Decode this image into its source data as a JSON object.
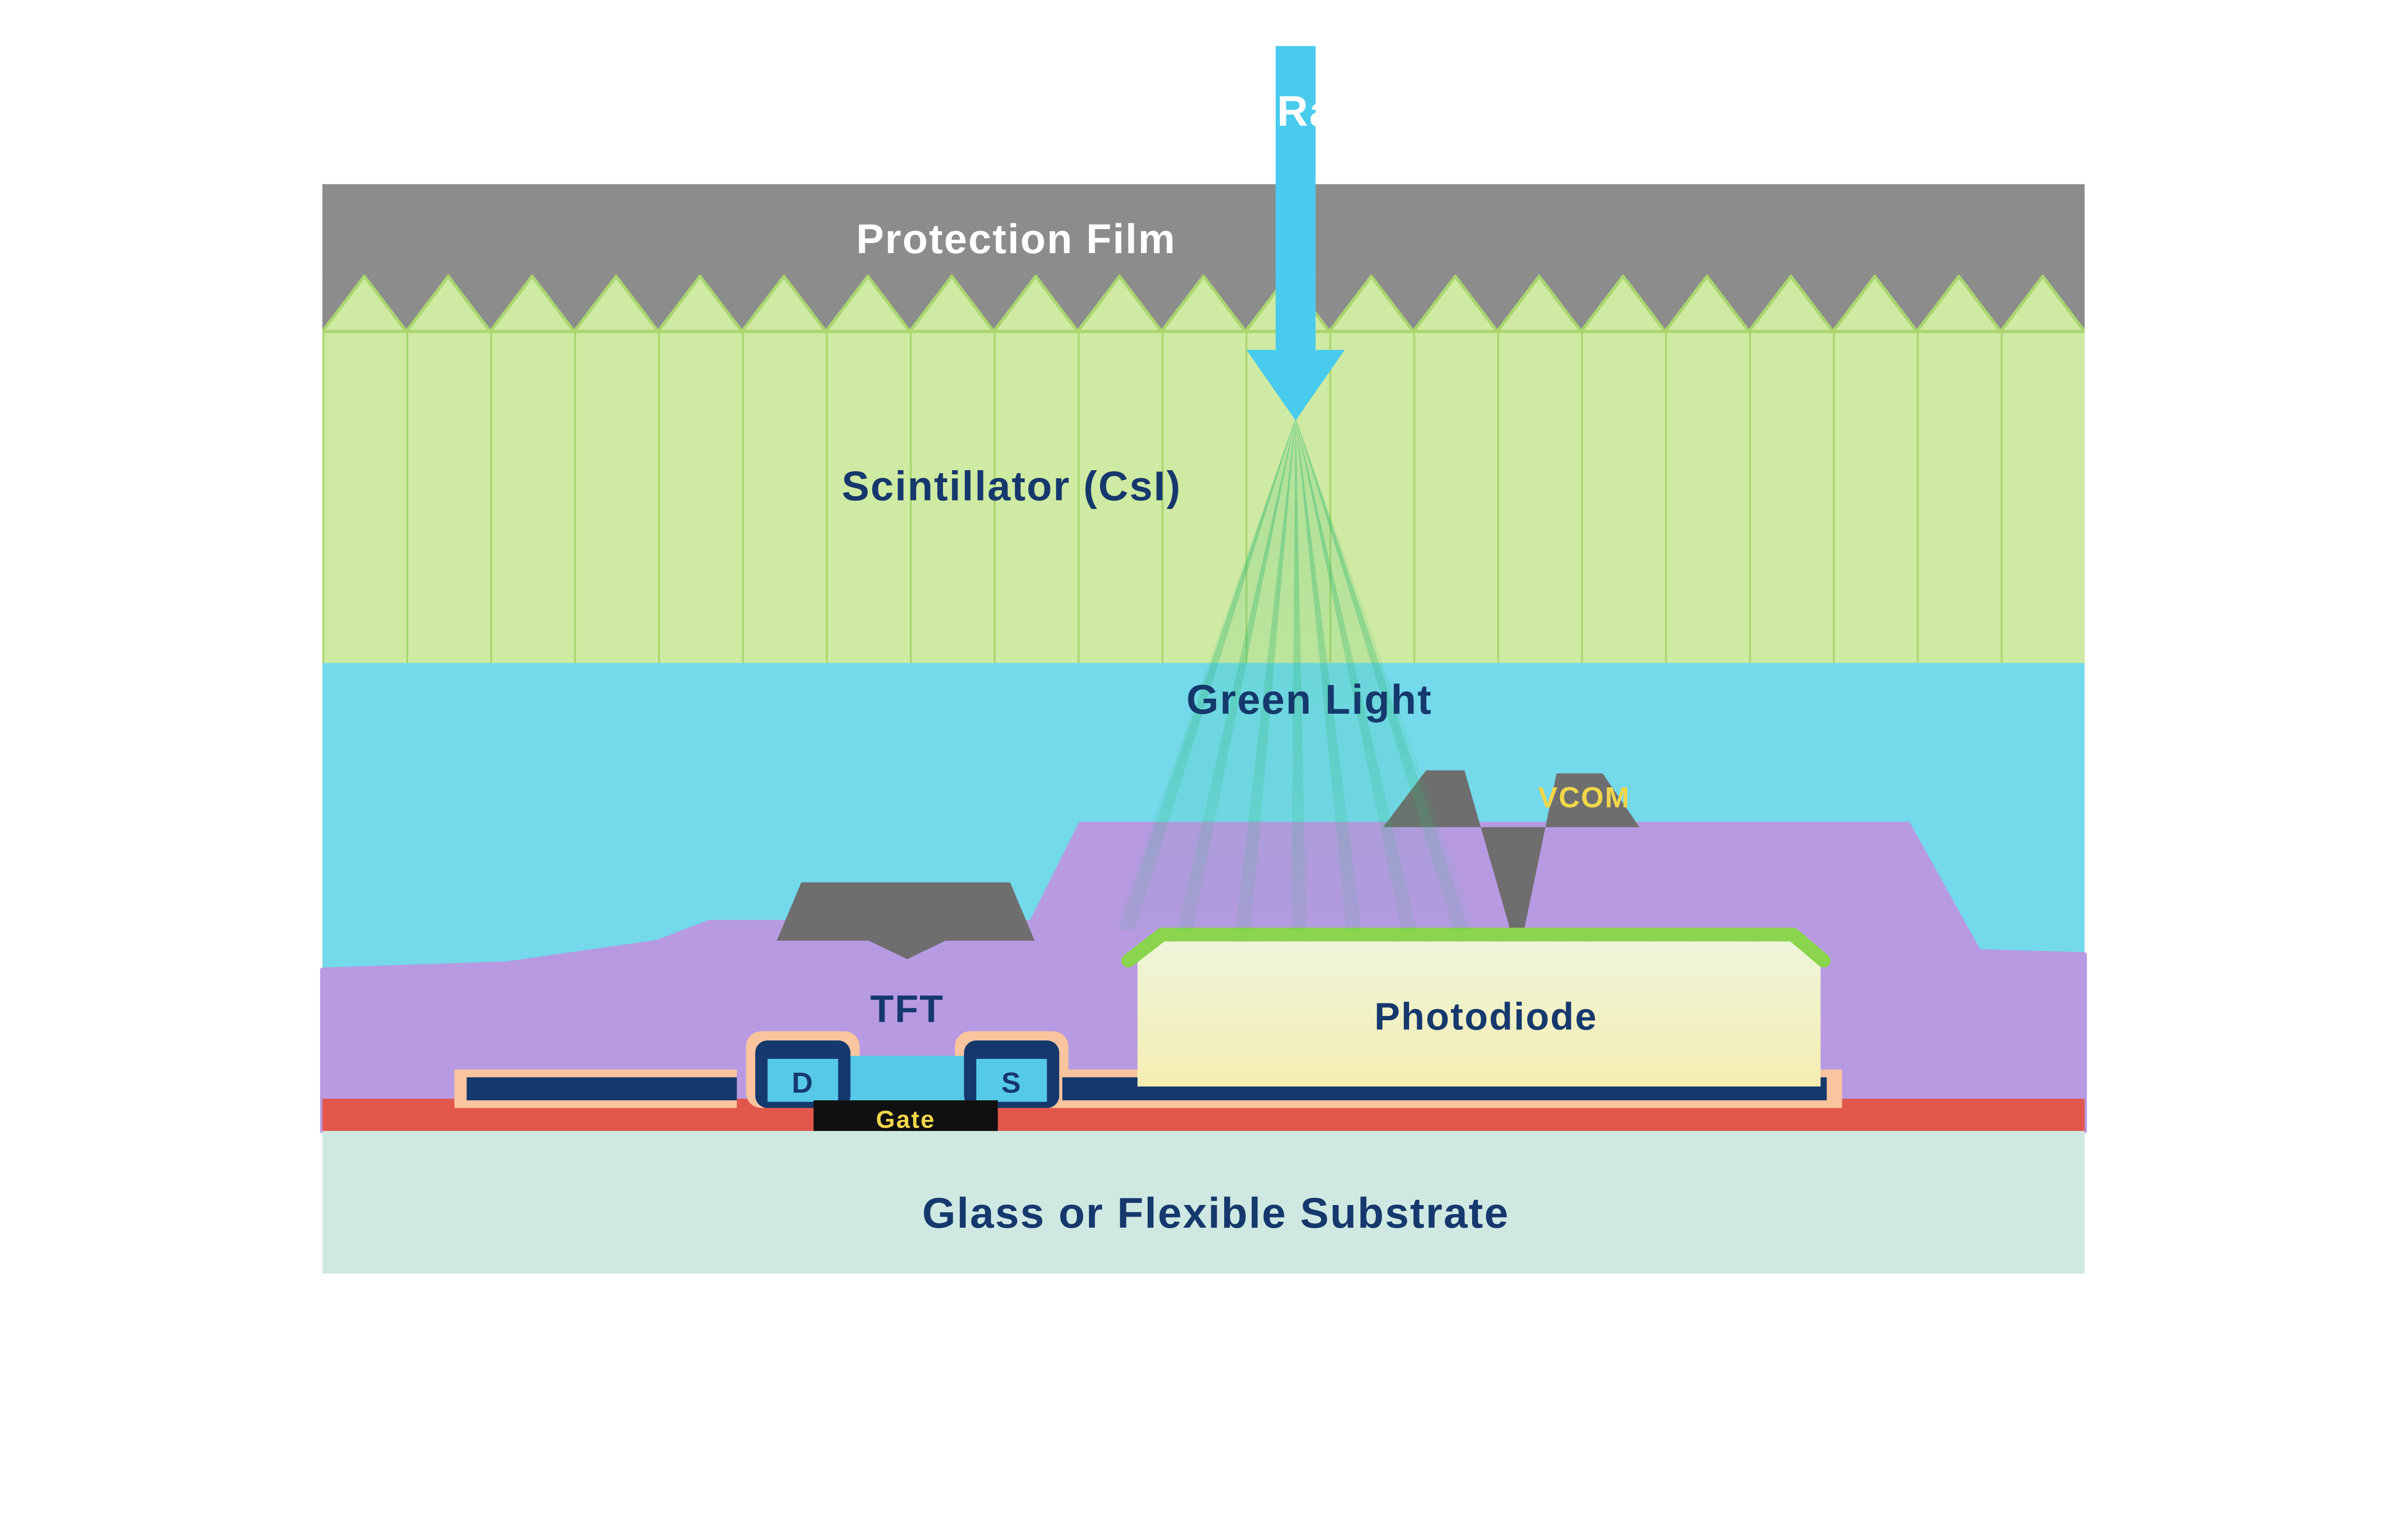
{
  "diagram": {
    "labels": {
      "xray": "X-Ray",
      "protection_film": "Protection Film",
      "scintillator": "Scintillator (CsI)",
      "green_light": "Green Light",
      "vcom": "VCOM",
      "photodiode": "Photodiode",
      "tft": "TFT",
      "drain": "D",
      "source": "S",
      "gate": "Gate",
      "substrate": "Glass or Flexible Substrate"
    },
    "colors": {
      "background": "#ffffff",
      "protection_film": "#8c8c8c",
      "scintillator_body": "#cfeaa2",
      "scintillator_line": "#a9d66f",
      "light_region": "#74d9ea",
      "xray_arrow": "#49cbee",
      "green_ray": "#2eb872",
      "passivation_purple": "#b79ae2",
      "electrode_gray": "#6e6e6e",
      "photodiode_top": "#edf6dc",
      "photodiode_bottom": "#f5edb2",
      "photodiode_cap": "#8bd44e",
      "metal_navy": "#15386d",
      "insulator_salmon": "#f9c49e",
      "channel_cyan": "#56c9e8",
      "gate_black": "#101010",
      "barrier_red": "#e2574b",
      "substrate_teal": "#cfe9e2",
      "text_navy": "#15386d",
      "text_yellow": "#f2d64b",
      "text_white": "#ffffff"
    }
  }
}
